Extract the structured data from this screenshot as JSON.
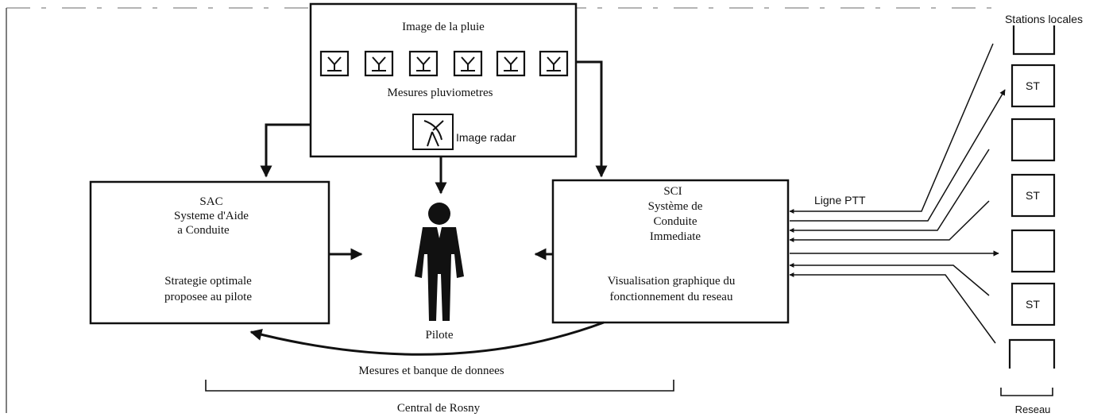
{
  "rain_image": {
    "title": "Image de la pluie",
    "gauges_label": "Mesures pluviometres",
    "radar_label": "Image radar",
    "gauge_count": 6,
    "gauge_icon": "rain-gauge-icon",
    "radar_icon": "radar-dish-icon"
  },
  "sac": {
    "line1": "SAC",
    "line2": "Systeme d'Aide",
    "line3": "a Conduite",
    "line4": "Strategie optimale",
    "line5": "proposee au pilote"
  },
  "sci": {
    "line1": "SCI",
    "line2": "Système de",
    "line3": "Conduite",
    "line4": "Immediate",
    "line5": "Visualisation graphique du",
    "line6": "fonctionnement du reseau"
  },
  "pilot": {
    "label": "Pilote",
    "icon": "pilot-person-icon"
  },
  "bottom_arrow_label": "Mesures et banque de donnees",
  "central_label": "Central de Rosny",
  "ptt_label": "Ligne PTT",
  "stations": {
    "header": "Stations locales",
    "footer": "Reseau",
    "items": [
      "",
      "ST",
      "",
      "ST",
      "",
      "ST",
      ""
    ]
  }
}
